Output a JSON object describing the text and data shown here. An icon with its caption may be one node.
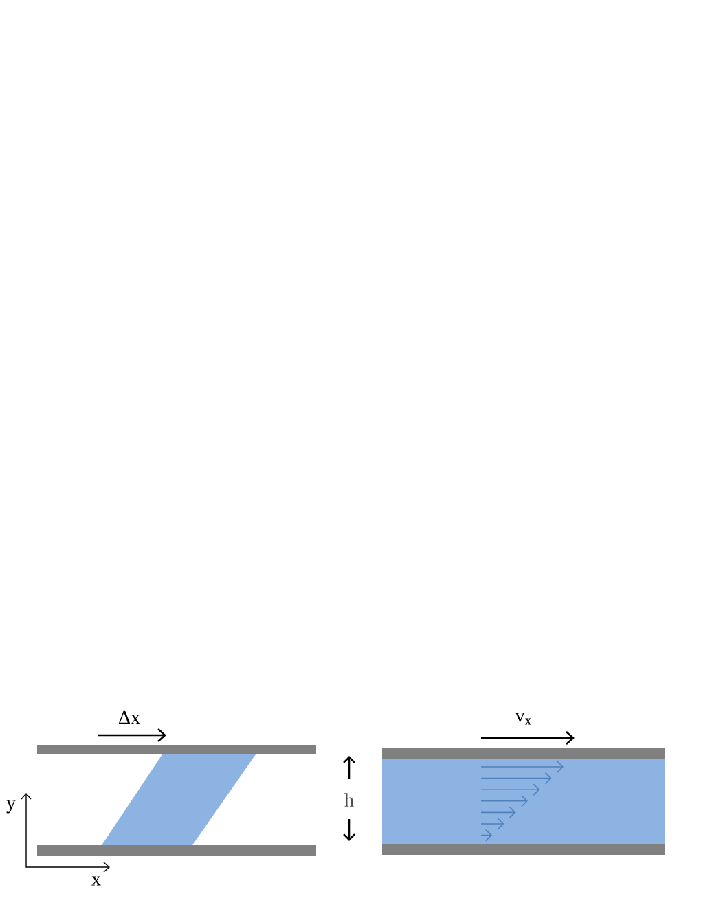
{
  "diagram": {
    "labels": [
      "Δx",
      "v$_{x}$",
      "h",
      "y",
      "x"
    ]
  }
}
